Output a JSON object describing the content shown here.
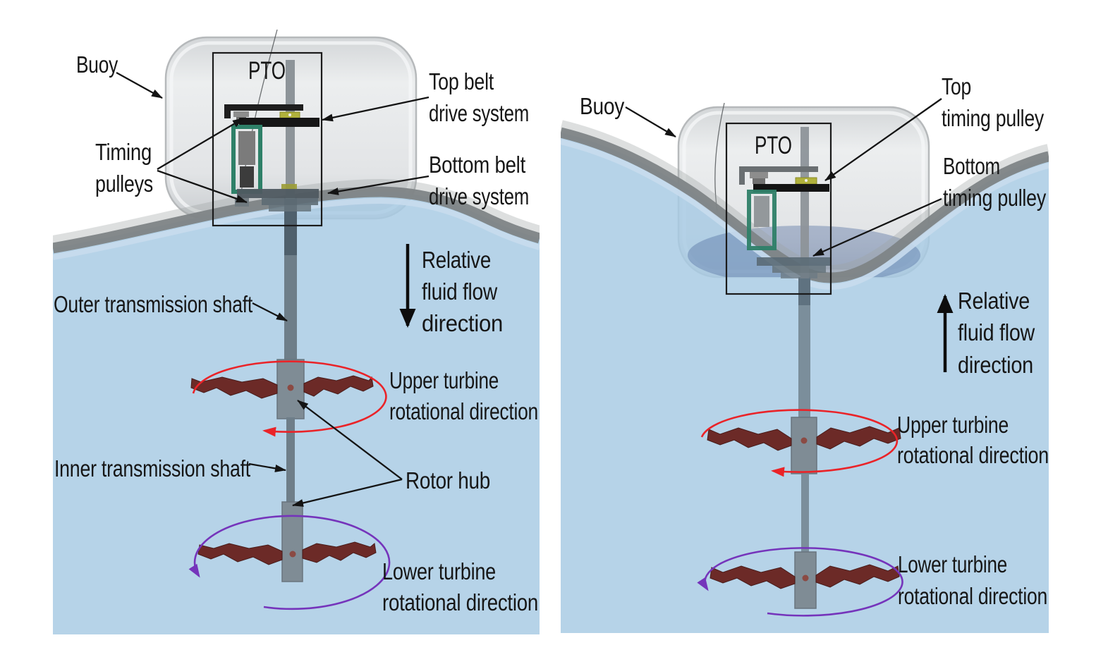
{
  "page": {
    "description": "Two-panel 3D diagram of a self-reacting point-absorber wave energy converter with buoy, power take-off (PTO), transmission shafts and two counter-rotating turbines, shown for downward (left) and upward (right) relative fluid flow."
  },
  "colors": {
    "water": "#a8cae3",
    "wave_band_dark": "#7e8486",
    "wave_face_light": "#c8dbed",
    "buoy_fill": "#e4e6e8",
    "buoy_edge": "#b6b9bb",
    "shaft_gray": "#6e7e89",
    "hub_gray": "#7f8c95",
    "blade_red": "#6c2a27",
    "belt_black": "#161616",
    "pulley_yellow": "#b0b13c",
    "frame_green": "#2e8068",
    "upper_orbit_red": "#ea2328",
    "lower_orbit_purple": "#7534bb",
    "text": "#161616"
  },
  "left": {
    "flow_direction": "down",
    "labels": {
      "buoy": "Buoy",
      "pto": "PTO",
      "top_belt_1": "Top belt",
      "top_belt_2": "drive system",
      "timing_1": "Timing",
      "timing_2": "pulleys",
      "bottom_belt_1": "Bottom belt",
      "bottom_belt_2": "drive system",
      "outer_shaft": "Outer transmission shaft",
      "flow_1": "Relative",
      "flow_2": "fluid flow",
      "flow_3": "direction",
      "upper_turbine_1": "Upper turbine",
      "upper_turbine_2": "rotational direction",
      "inner_shaft": "Inner transmission shaft",
      "rotor_hub": "Rotor hub",
      "lower_turbine_1": "Lower turbine",
      "lower_turbine_2": "rotational direction"
    }
  },
  "right": {
    "flow_direction": "up",
    "labels": {
      "buoy": "Buoy",
      "pto": "PTO",
      "top_pulley_1": "Top",
      "top_pulley_2": "timing pulley",
      "bottom_pulley_1": "Bottom",
      "bottom_pulley_2": "timing pulley",
      "flow_1": "Relative",
      "flow_2": "fluid flow",
      "flow_3": "direction",
      "upper_turbine_1": "Upper turbine",
      "upper_turbine_2": "rotational direction",
      "lower_turbine_1": "Lower turbine",
      "lower_turbine_2": "rotational direction"
    }
  }
}
